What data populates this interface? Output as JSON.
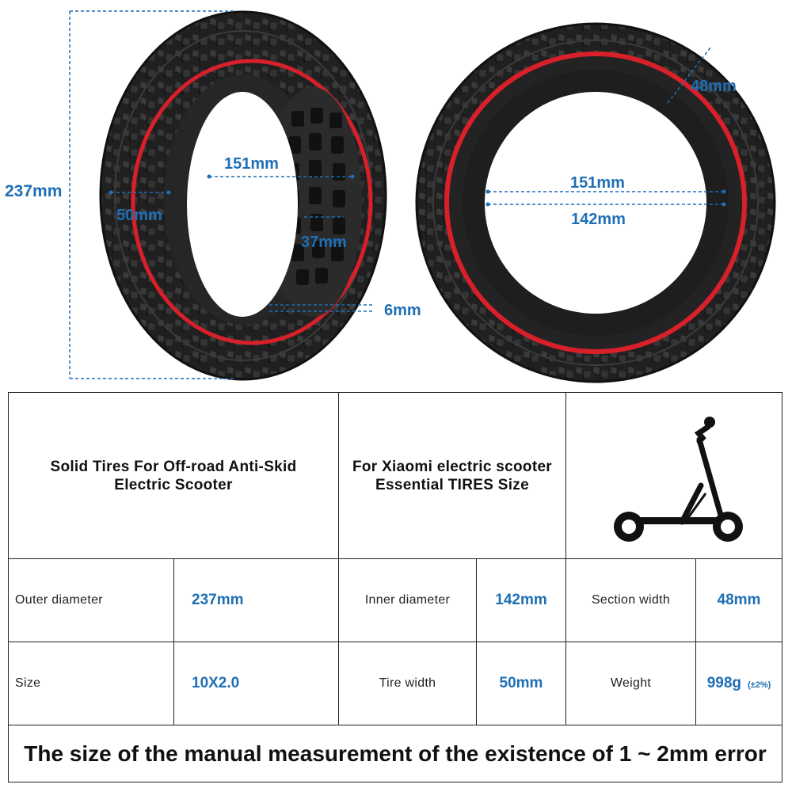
{
  "dimensions": {
    "outer_height": "237mm",
    "left_inner_diameter": "151mm",
    "left_tire_width": "50mm",
    "left_tread_depth": "37mm",
    "left_thickness": "6mm",
    "right_section_width": "48mm",
    "right_inner_diameter_top": "151mm",
    "right_inner_diameter_bottom": "142mm"
  },
  "table": {
    "header": {
      "title": "Solid Tires For Off-road Anti-Skid Electric Scooter",
      "subtitle": "For Xiaomi electric scooter Essential TIRES Size",
      "icon": "scooter-icon"
    },
    "rows": [
      [
        {
          "label": "Outer diameter",
          "value": "237mm"
        },
        {
          "label": "Inner diameter",
          "value": "142mm"
        },
        {
          "label": "Section width",
          "value": "48mm"
        }
      ],
      [
        {
          "label": "Size",
          "value": "10X2.0"
        },
        {
          "label": "Tire width",
          "value": "50mm"
        },
        {
          "label": "Weight",
          "value": "998g",
          "note": "(±2%)"
        }
      ]
    ],
    "footer": "The size of the manual measurement of the existence of 1 ~ 2mm error"
  },
  "colors": {
    "accent": "#1f6fb5",
    "rim_red": "#d8202a",
    "rubber": "#1b1b1b",
    "border": "#222222"
  }
}
